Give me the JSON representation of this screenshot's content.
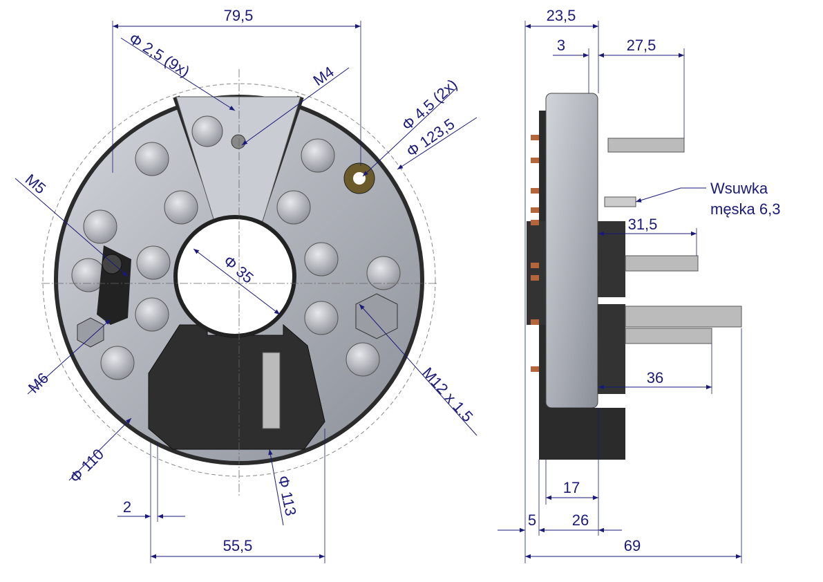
{
  "front_view": {
    "dims": {
      "width_top": "79,5",
      "hole_small": "Φ 2,5 (9x)",
      "thread_m4": "M4",
      "hole_mount": "Φ 4,5 (2x)",
      "outer_dia": "Φ 123,5",
      "thread_m5": "M5",
      "center_hole": "Φ 35",
      "thread_m6": "M6",
      "thread_m12": "M12 x 1.5",
      "dia_110": "Φ 110",
      "dia_113": "Φ 113",
      "offset_2": "2",
      "width_bottom": "55,5"
    }
  },
  "side_view": {
    "dims": {
      "top_23_5": "23,5",
      "top_3": "3",
      "top_27_5": "27,5",
      "terminal_line1": "Wsuwka",
      "terminal_line2": "męska 6,3",
      "stud_31_5": "31,5",
      "stud_36": "36",
      "bottom_17": "17",
      "bottom_5": "5",
      "bottom_26": "26",
      "total_69": "69"
    }
  },
  "colors": {
    "dimension": "#1a1a7a",
    "metal": "#b8bcc4",
    "plastic": "#2a2a2a"
  }
}
